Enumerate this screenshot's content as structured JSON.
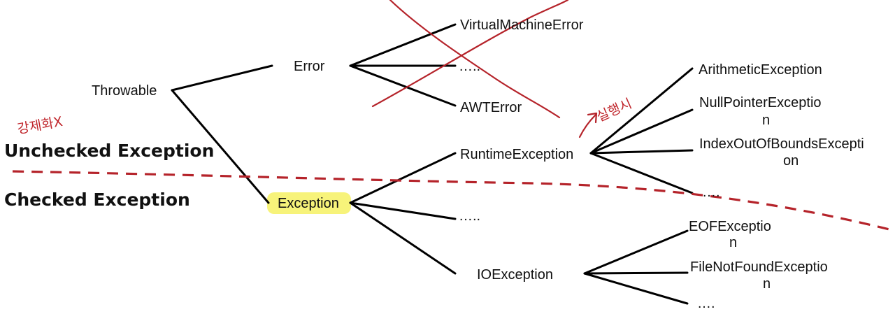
{
  "zones": {
    "unchecked": "Unchecked Exception",
    "checked": "Checked Exception"
  },
  "nodes": {
    "throwable": "Throwable",
    "error": "Error",
    "virtual_machine_error": "VirtualMachineError",
    "error_more": "…..",
    "awt_error": "AWTError",
    "exception": "Exception",
    "runtime_exception": "RuntimeException",
    "exception_more": "…..",
    "io_exception": "IOException",
    "arithmetic_exception": "ArithmeticException",
    "null_pointer_exception": [
      "NullPointerExceptio",
      "n"
    ],
    "index_out_of_bounds_exception": [
      "IndexOutOfBoundsExcepti",
      "on"
    ],
    "runtime_more": "….",
    "eof_exception": [
      "EOFExceptio",
      "n"
    ],
    "file_not_found_exception": [
      "FileNotFoundExceptio",
      "n"
    ],
    "io_more": "…."
  },
  "annotations": {
    "not_forced": "강제화X",
    "at_runtime": "실행시"
  },
  "colors": {
    "ink": "#b5232a",
    "highlight": "#f7f37a",
    "line": "#000000"
  }
}
